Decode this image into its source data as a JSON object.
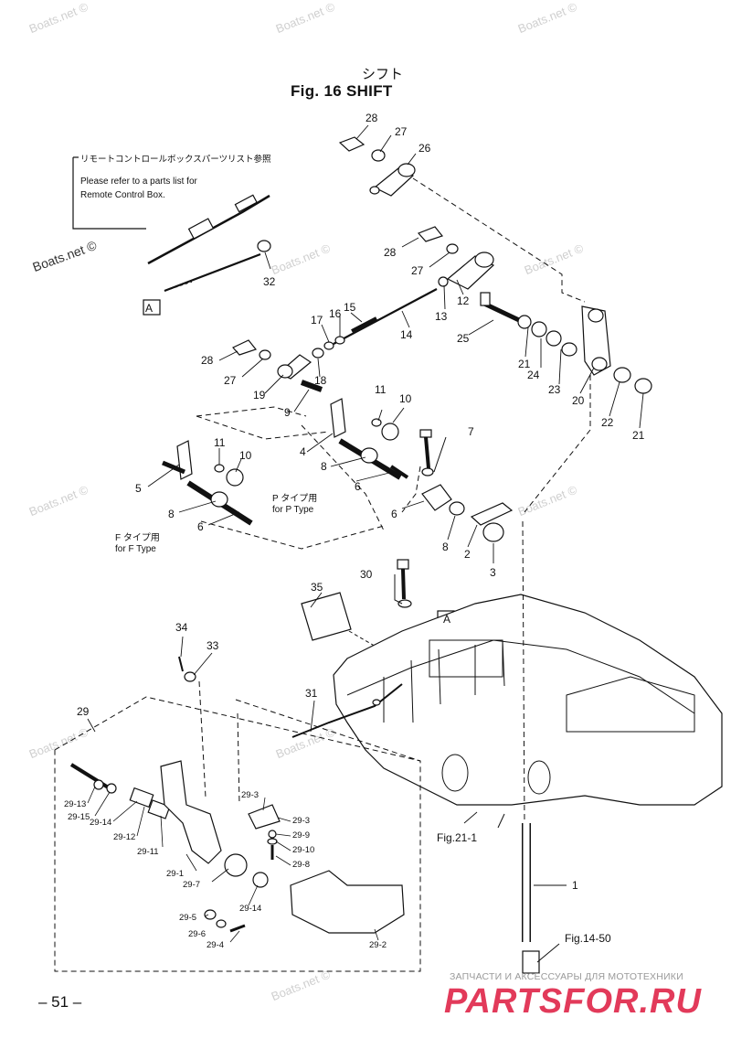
{
  "title": {
    "jp": "シフト",
    "main": "Fig. 16    SHIFT"
  },
  "note": {
    "jp": "リモートコントロールボックスパーツリスト参照",
    "en_line1": "Please refer to a parts list for",
    "en_line2": "Remote Control Box."
  },
  "watermark": "Boats.net ©",
  "refs": {
    "a": "A",
    "fig21": "Fig.21-1",
    "fig14": "Fig.14-50"
  },
  "types": {
    "p_jp": "P タイプ用",
    "p_en": "for P Type",
    "f_jp": "F タイプ用",
    "f_en": "for F Type"
  },
  "parts": {
    "p28a": "28",
    "p27a": "27",
    "p26": "26",
    "p32": "32",
    "p28b": "28",
    "p27b": "27",
    "p12": "12",
    "p13": "13",
    "p14": "14",
    "p15": "15",
    "p16": "16",
    "p17": "17",
    "p25": "25",
    "p28c": "28",
    "p27c": "27",
    "p18": "18",
    "p19": "19",
    "p9": "9",
    "p21a": "21",
    "p24": "24",
    "p23": "23",
    "p20": "20",
    "p22": "22",
    "p21b": "21",
    "p11a": "11",
    "p10a": "10",
    "p4": "4",
    "p8a": "8",
    "p6a": "6",
    "p7": "7",
    "p11b": "11",
    "p10b": "10",
    "p5": "5",
    "p8b": "8",
    "p6b": "6",
    "p6c": "6",
    "p8c": "8",
    "p2": "2",
    "p3": "3",
    "p30": "30",
    "p35": "35",
    "p34": "34",
    "p33": "33",
    "p31": "31",
    "p29": "29",
    "p1": "1"
  },
  "subparts": {
    "s29_13": "29-13",
    "s29_15": "29-15",
    "s29_14a": "29-14",
    "s29_12": "29-12",
    "s29_11": "29-11",
    "s29_1": "29-1",
    "s29_7": "29-7",
    "s29_14b": "29-14",
    "s29_5": "29-5",
    "s29_6": "29-6",
    "s29_4": "29-4",
    "s29_3a": "29-3",
    "s29_3b": "29-3",
    "s29_9": "29-9",
    "s29_10": "29-10",
    "s29_8": "29-8",
    "s29_2": "29-2"
  },
  "footer": {
    "page": "– 51 –",
    "brand_sub": "ЗАПЧАСТИ И АКСЕССУАРЫ ДЛЯ МОТОТЕХНИКИ",
    "brand": "PARTSFOR.RU"
  },
  "colors": {
    "ink": "#111111",
    "brand": "#e23a5a",
    "watermark": "#cfcfcf"
  }
}
